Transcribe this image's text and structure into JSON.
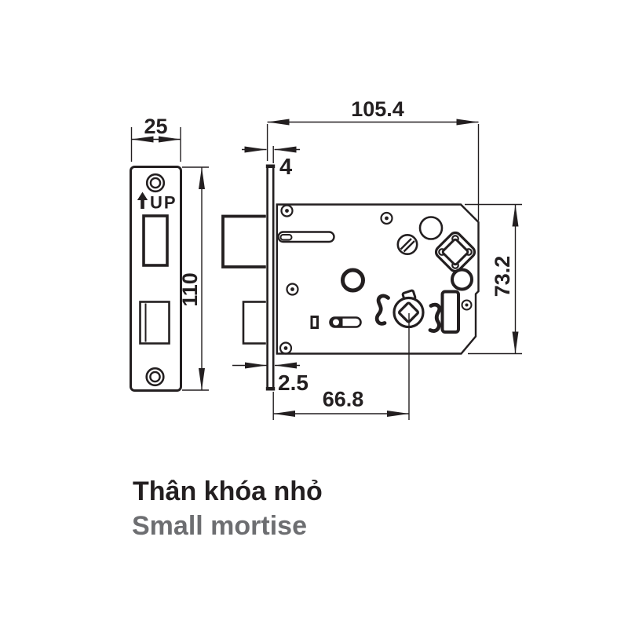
{
  "diagram": {
    "type": "technical-drawing",
    "captions": {
      "vi": "Thân khóa nhỏ",
      "en": "Small mortise"
    },
    "faceplate_label": "UP",
    "dims": {
      "plate_width": "25",
      "plate_height": "110",
      "body_length": "105.4",
      "plate_thickness": "4",
      "body_height": "73.2",
      "backset": "66.8",
      "lip": "2.5"
    },
    "colors": {
      "ink": "#231f20",
      "subtitle": "#6d6e71",
      "bg": "#ffffff"
    }
  }
}
